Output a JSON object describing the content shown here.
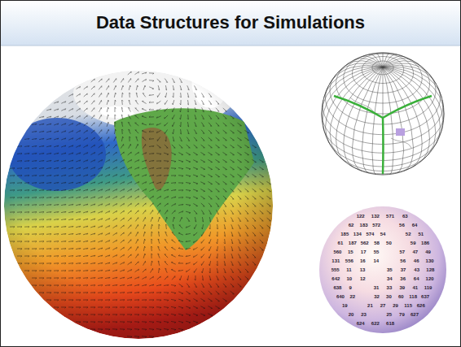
{
  "diagram": {
    "title": "Data Structures for Simulations",
    "labels": [
      "122",
      "132",
      "571",
      "63",
      "62",
      "183",
      "572",
      "56",
      "64",
      "185",
      "134",
      "574",
      "54",
      "52",
      "51",
      "61",
      "187",
      "562",
      "58",
      "50",
      "59",
      "186",
      "560",
      "15",
      "17",
      "55",
      "57",
      "47",
      "49",
      "131",
      "556",
      "16",
      "14",
      "56",
      "46",
      "130",
      "555",
      "11",
      "13",
      "35",
      "37",
      "43",
      "128",
      "642",
      "10",
      "12",
      "34",
      "36",
      "64",
      "120",
      "638",
      "9",
      "31",
      "33",
      "39",
      "41",
      "119",
      "640",
      "22",
      "32",
      "30",
      "60",
      "118",
      "637",
      "19",
      "21",
      "27",
      "29",
      "115",
      "626",
      "20",
      "23",
      "25",
      "79",
      "627",
      "624",
      "622",
      "618"
    ]
  }
}
